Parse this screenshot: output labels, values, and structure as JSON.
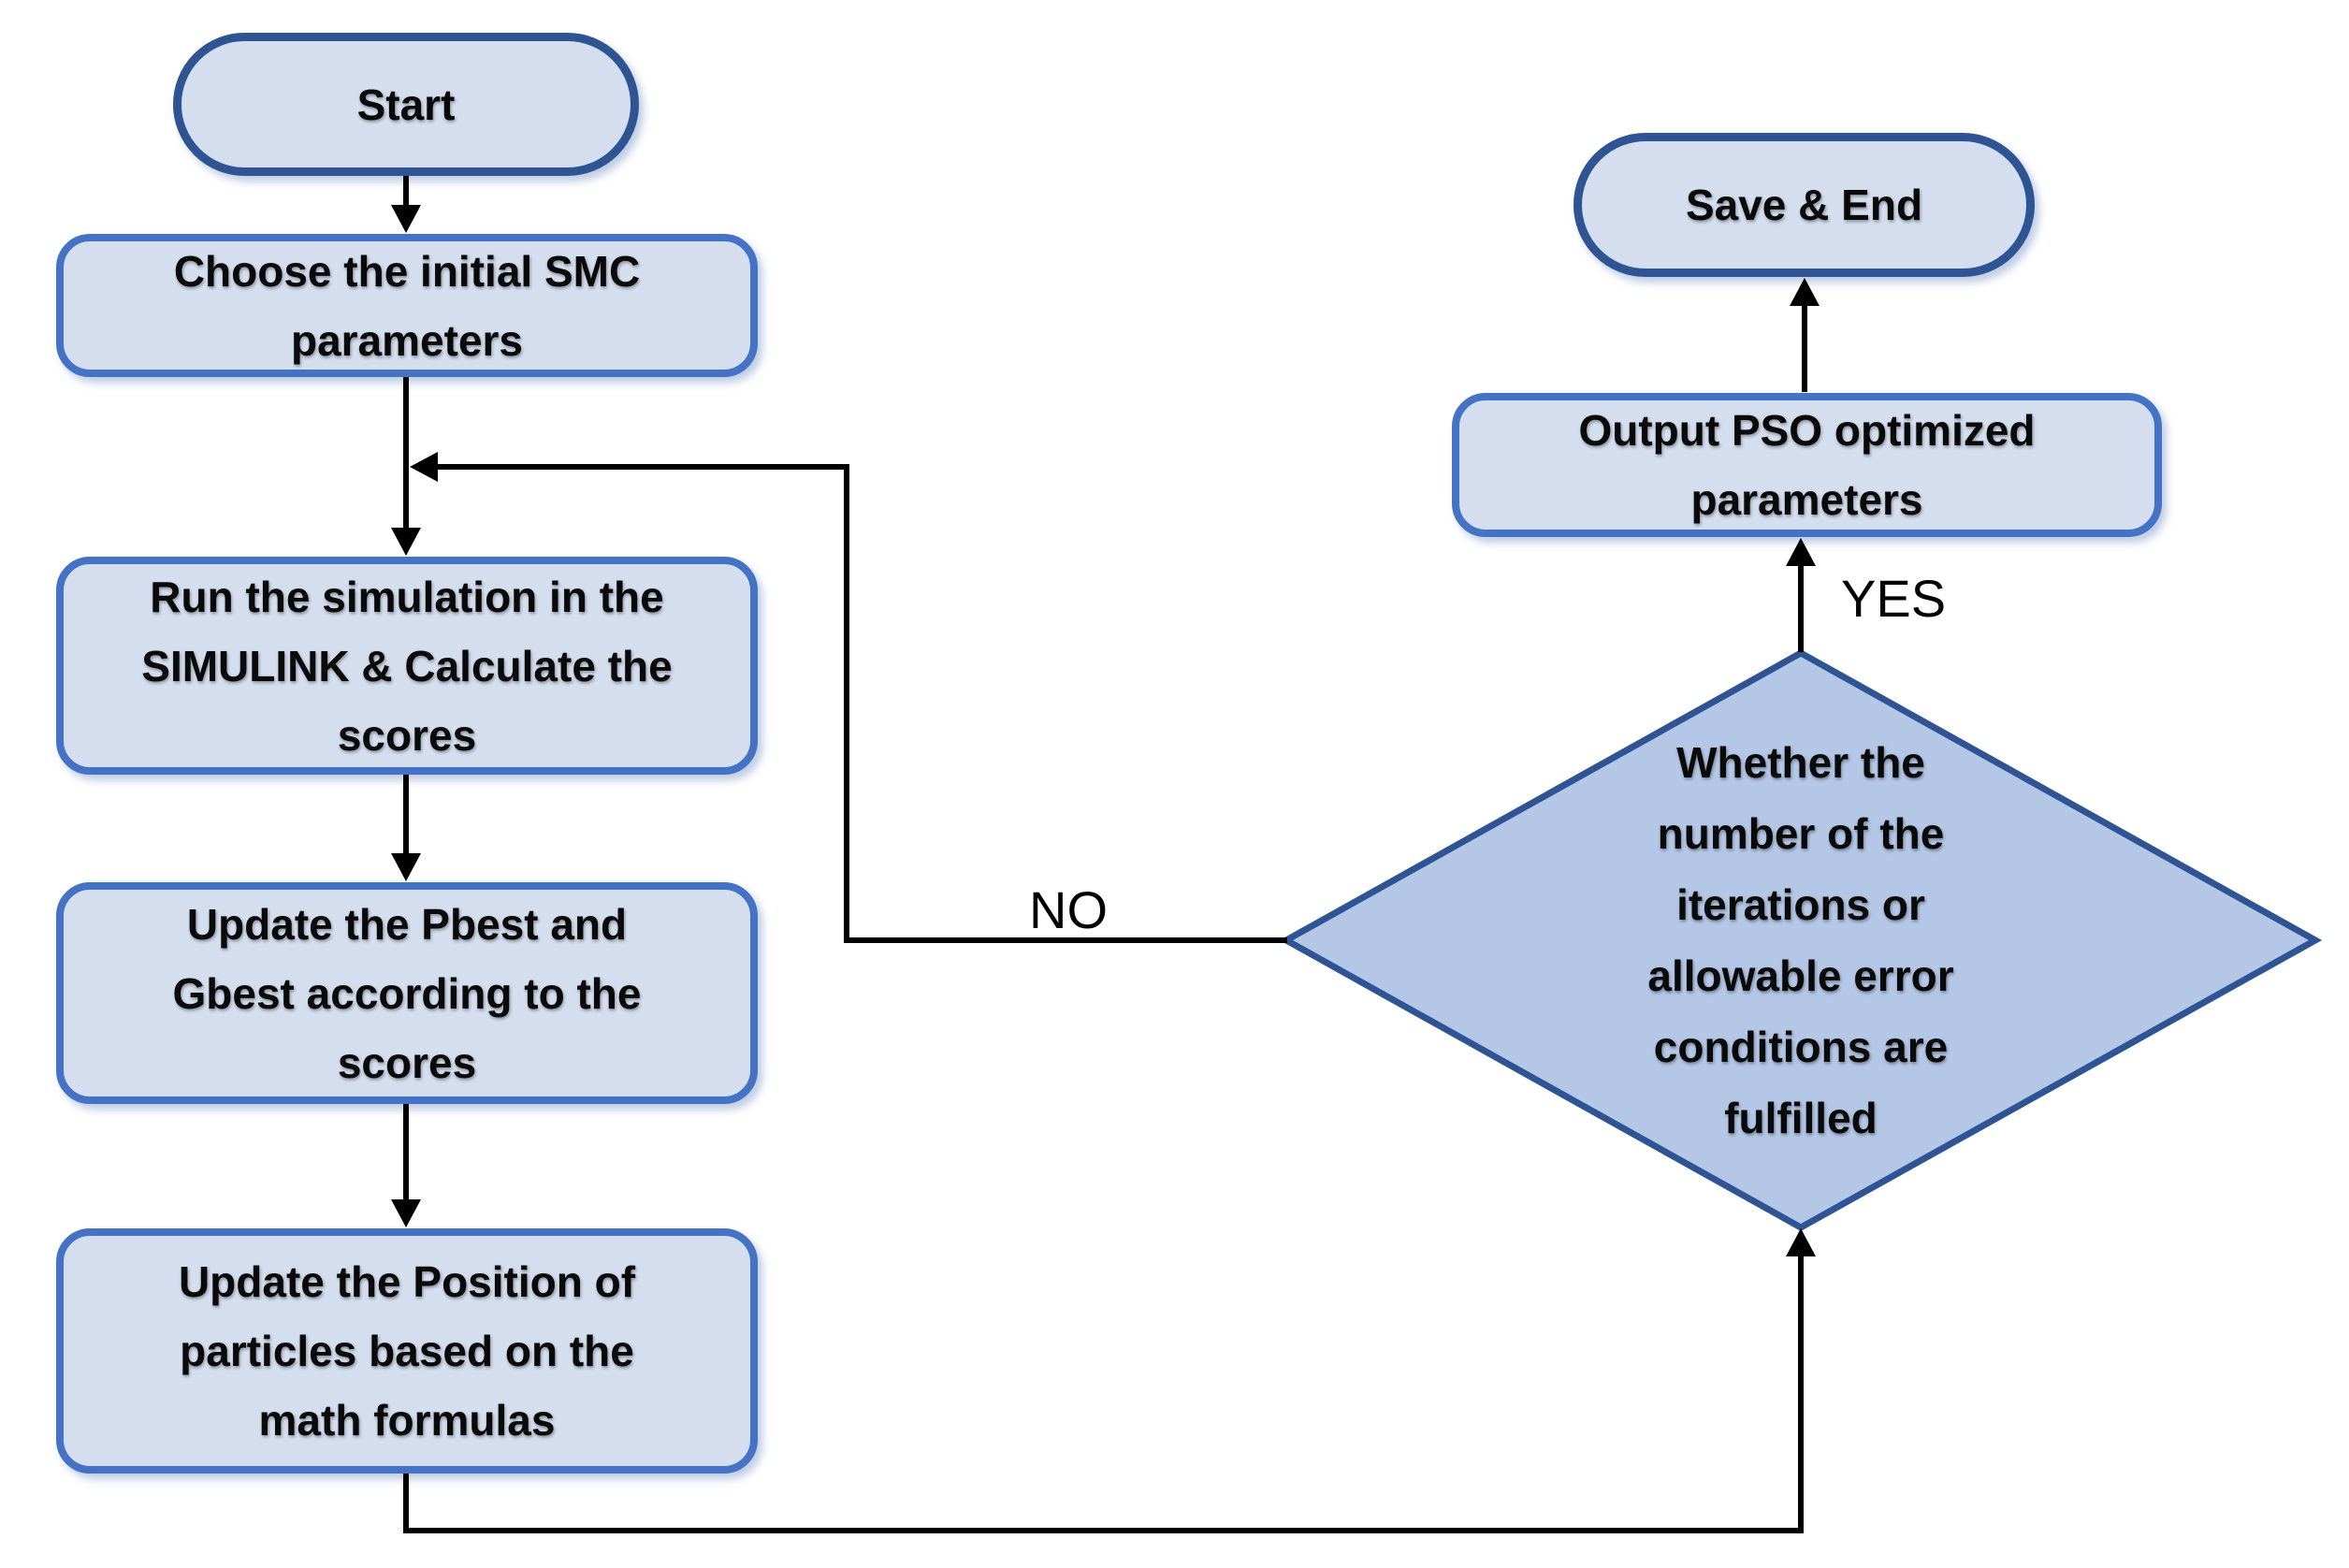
{
  "flowchart": {
    "nodes": {
      "start": {
        "label": "Start"
      },
      "choose_params": {
        "lines": [
          "Choose the initial SMC",
          "parameters"
        ]
      },
      "run_simulation": {
        "lines": [
          "Run the simulation in the",
          "SIMULINK & Calculate the",
          "scores"
        ]
      },
      "update_best": {
        "lines": [
          "Update the Pbest and",
          "Gbest according to the",
          "scores"
        ]
      },
      "update_position": {
        "lines": [
          "Update the Position of",
          "particles based on the",
          "math formulas"
        ]
      },
      "decision": {
        "lines": [
          "Whether the",
          "number of the",
          "iterations or",
          "allowable error",
          "conditions are",
          "fulfilled"
        ]
      },
      "output_params": {
        "lines": [
          "Output PSO optimized",
          "parameters"
        ]
      },
      "save_end": {
        "label": "Save & End"
      }
    },
    "edge_labels": {
      "yes": "YES",
      "no": "NO"
    },
    "colors": {
      "node_fill": "#D4DEEF",
      "node_border": "#4472C4",
      "terminal_border": "#2E5494",
      "decision_fill": "#B4C7E7",
      "decision_border": "#2E5494",
      "arrow": "#000000"
    }
  }
}
